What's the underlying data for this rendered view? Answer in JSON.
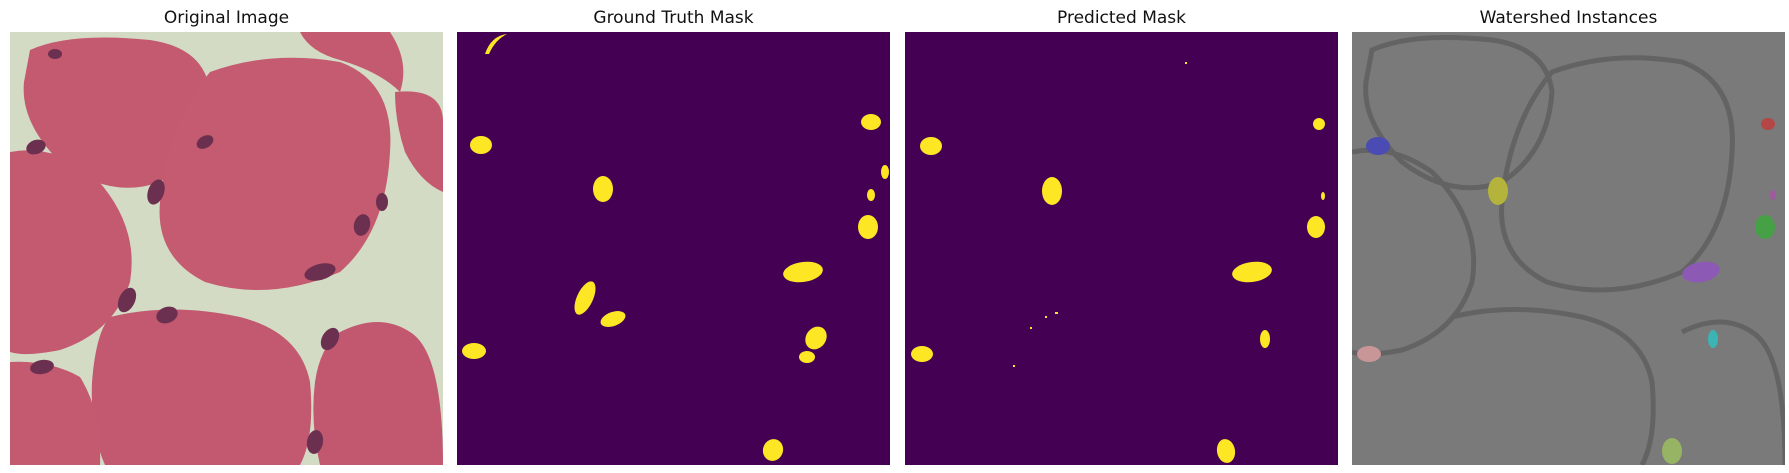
{
  "panels": [
    {
      "title": "Original Image"
    },
    {
      "title": "Ground Truth Mask"
    },
    {
      "title": "Predicted Mask"
    },
    {
      "title": "Watershed Instances"
    }
  ],
  "colors": {
    "mask_background": "#440154",
    "mask_foreground": "#fde725",
    "tissue_background": "#d3dbc4",
    "muscle_fiber": "#c45a70",
    "nucleus": "#6b3050",
    "gray_background": "#7a7a7a"
  },
  "instance_colors": [
    "#4b4bb4",
    "#b4b43c",
    "#b44646",
    "#46a046",
    "#8c5ab4",
    "#3cb4b4",
    "#c89696",
    "#96b464",
    "#a05aa0"
  ]
}
